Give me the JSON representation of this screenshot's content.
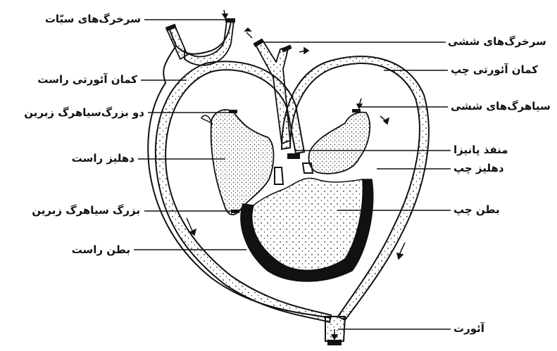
{
  "labels": {
    "left": [
      "سرخرگ‌های سبّات",
      "کمان آئورتی راست",
      "دو بزرگ‌سیاهرگ زبرین",
      "دهلیز راست",
      "بزرگ سیاهرگ زبرین",
      "بطن راست"
    ],
    "right": [
      "سرخرگ‌های ششی",
      "کمان آئورتی چپ",
      "سیاهرگ‌های ششی",
      "منفذ پانیزا",
      "دهلیز چپ",
      "بطن چپ",
      "آئورت"
    ]
  },
  "colors": {
    "line": "#111111",
    "stipple": "#222222",
    "muscle": "#111111",
    "background": "#ffffff"
  }
}
